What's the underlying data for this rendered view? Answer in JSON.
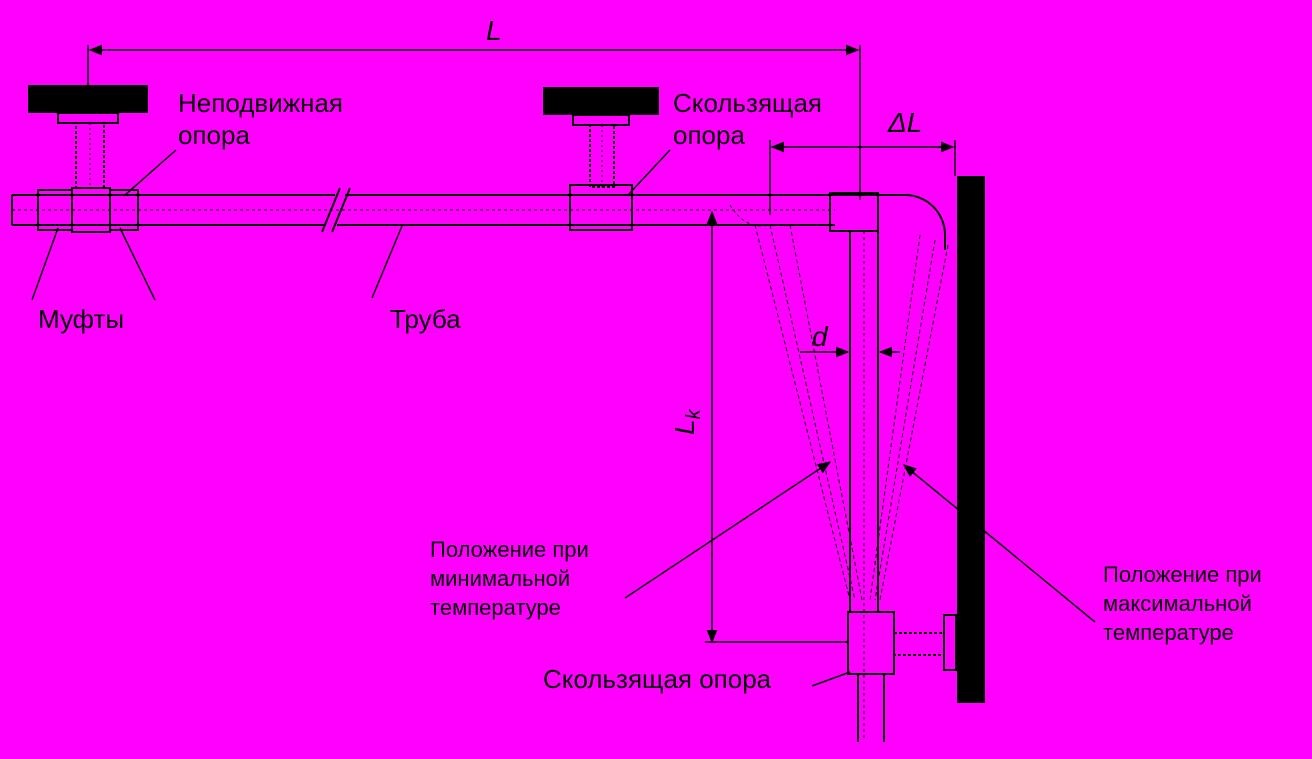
{
  "colors": {
    "background": "#ff00ff",
    "ink": "#000000"
  },
  "dimensions": {
    "length": "L",
    "delta_length": "ΔL",
    "compensator_length": "L",
    "compensator_length_sub": "k",
    "diameter": "d"
  },
  "labels": {
    "fixed_support_line1": "Неподвижная",
    "fixed_support_line2": "опора",
    "sliding_support_top_line1": "Скользящая",
    "sliding_support_top_line2": "опора",
    "couplings": "Муфты",
    "pipe": "Труба",
    "min_temp_line1": "Положение при",
    "min_temp_line2": "минимальной",
    "min_temp_line3": "температуре",
    "max_temp_line1": "Положение при",
    "max_temp_line2": "максимальной",
    "max_temp_line3": "температуре",
    "sliding_support_bottom": "Скользящая опора"
  }
}
